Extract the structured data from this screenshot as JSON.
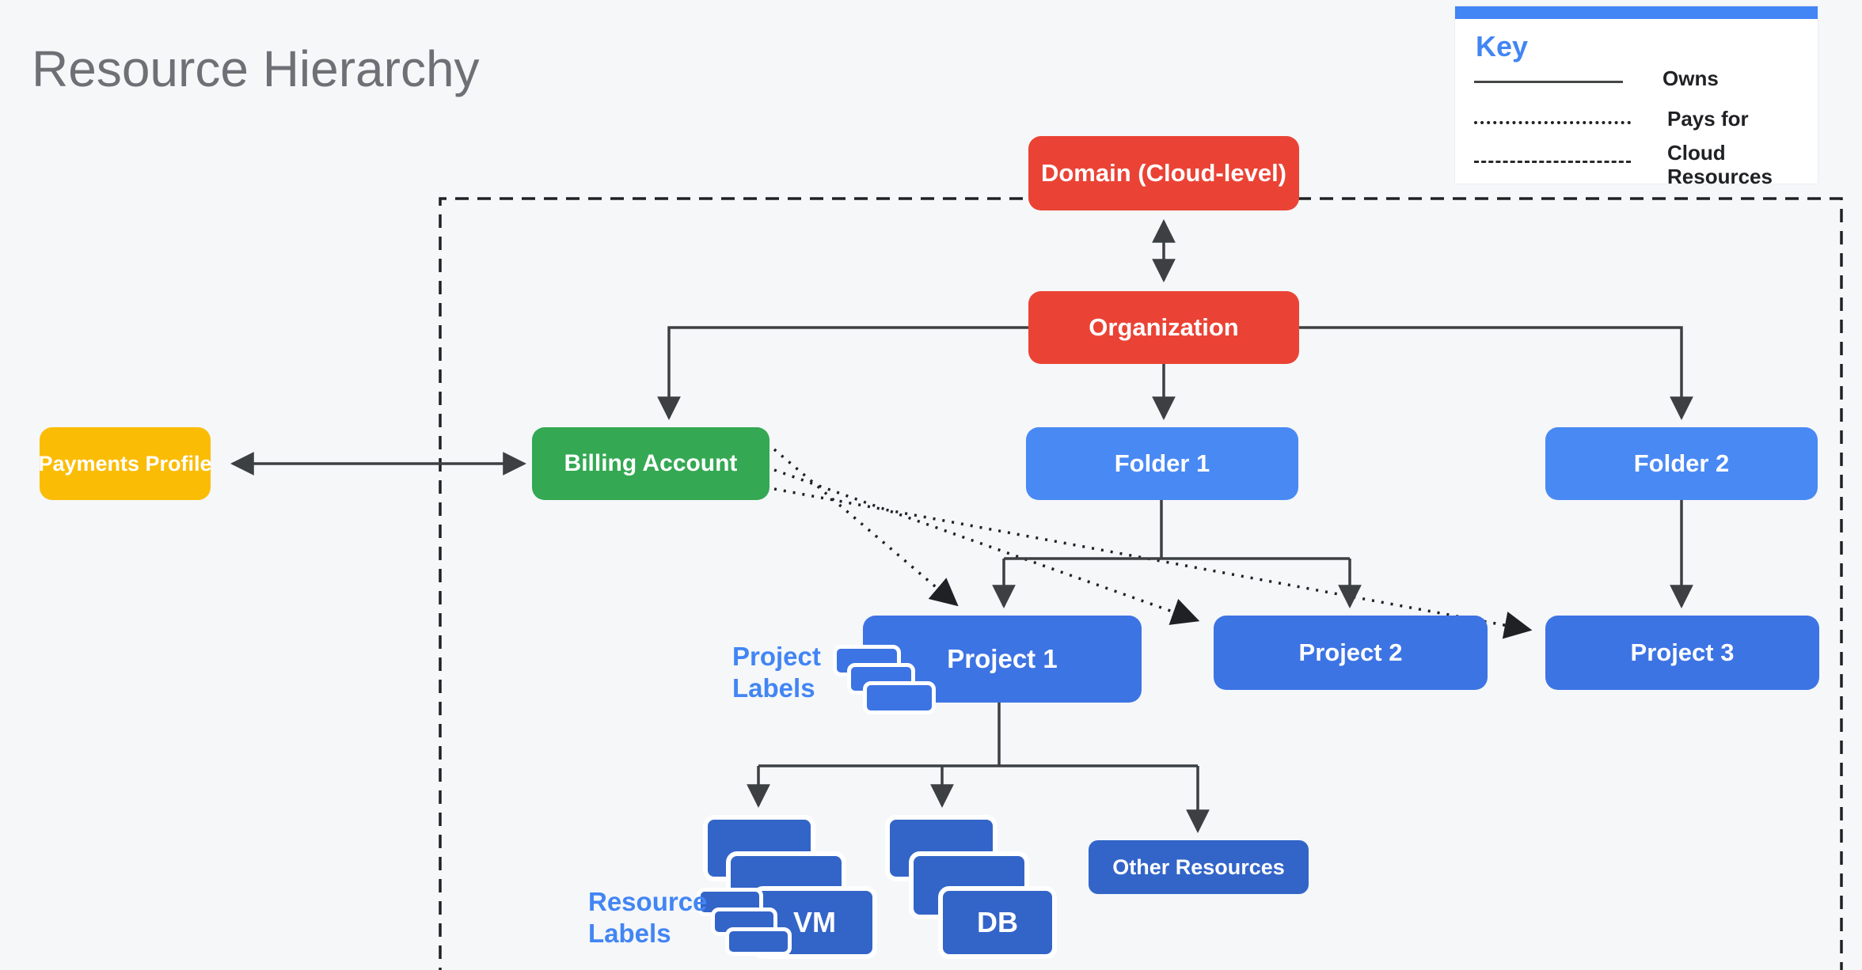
{
  "title": "Resource Hierarchy",
  "key": {
    "heading": "Key",
    "items": [
      {
        "line_style": "solid",
        "label": "Owns"
      },
      {
        "line_style": "dotted",
        "label": "Pays for"
      },
      {
        "line_style": "dashed",
        "label": "Cloud Resources"
      }
    ]
  },
  "nodes": {
    "domain": {
      "label": "Domain (Cloud-level)"
    },
    "organization": {
      "label": "Organization"
    },
    "payments_profile": {
      "label": "Payments Profile"
    },
    "billing_account": {
      "label": "Billing Account"
    },
    "folder1": {
      "label": "Folder 1"
    },
    "folder2": {
      "label": "Folder 2"
    },
    "project1": {
      "label": "Project 1"
    },
    "project2": {
      "label": "Project 2"
    },
    "project3": {
      "label": "Project 3"
    },
    "vm": {
      "label": "VM"
    },
    "db": {
      "label": "DB"
    },
    "other_resources": {
      "label": "Other Resources"
    }
  },
  "annotations": {
    "project_labels": "Project\nLabels",
    "resource_labels": "Resource\nLabels"
  },
  "edges": [
    {
      "from": "domain",
      "to": "organization",
      "type": "owns",
      "bidirectional": true
    },
    {
      "from": "organization",
      "to": "billing_account",
      "type": "owns"
    },
    {
      "from": "organization",
      "to": "folder1",
      "type": "owns"
    },
    {
      "from": "organization",
      "to": "folder2",
      "type": "owns"
    },
    {
      "from": "payments_profile",
      "to": "billing_account",
      "type": "owns",
      "bidirectional": true
    },
    {
      "from": "folder1",
      "to": "project1",
      "type": "owns"
    },
    {
      "from": "folder1",
      "to": "project2",
      "type": "owns"
    },
    {
      "from": "folder2",
      "to": "project3",
      "type": "owns"
    },
    {
      "from": "billing_account",
      "to": "project1",
      "type": "pays_for"
    },
    {
      "from": "billing_account",
      "to": "project2",
      "type": "pays_for"
    },
    {
      "from": "billing_account",
      "to": "project3",
      "type": "pays_for"
    },
    {
      "from": "project1",
      "to": "vm",
      "type": "owns"
    },
    {
      "from": "project1",
      "to": "db",
      "type": "owns"
    },
    {
      "from": "project1",
      "to": "other_resources",
      "type": "owns"
    }
  ],
  "colors": {
    "background": "#F5F7F9",
    "red": "#EA4335",
    "green": "#34A853",
    "yellow": "#FBBC05",
    "folder-blue": "#4989F4",
    "project-blue": "#3D74E4",
    "resource-blue": "#3365C9",
    "label-blue": "#4285F4",
    "line": "#3C4043",
    "ink": "#1F2124",
    "title-gray": "#6D7175"
  }
}
